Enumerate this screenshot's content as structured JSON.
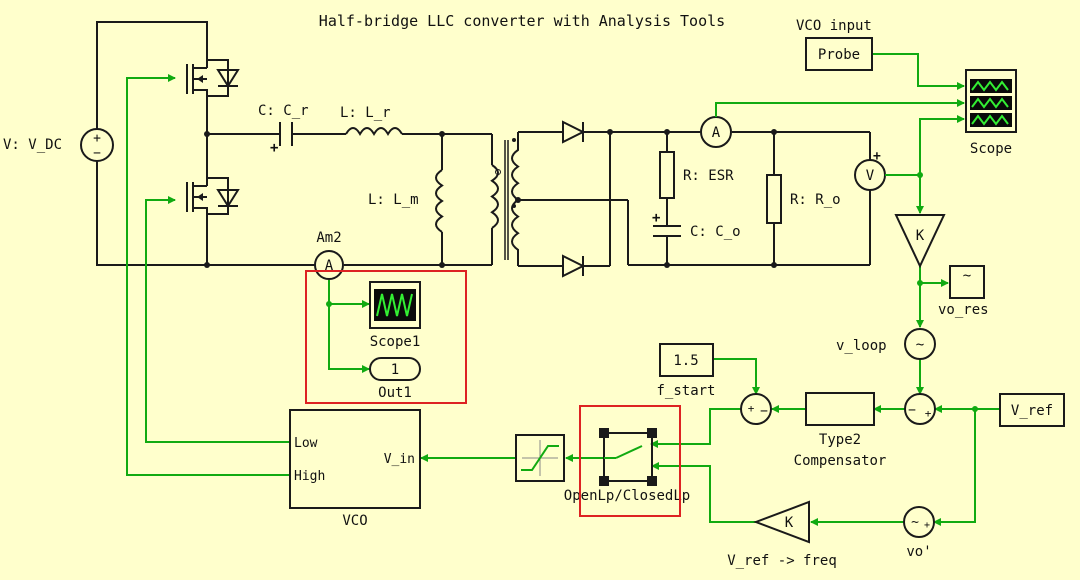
{
  "title": "Half-bridge LLC converter with Analysis Tools",
  "labels": {
    "vco_input": "VCO input",
    "probe": "Probe",
    "scope": "Scope",
    "vdc": "V: V_DC",
    "cr": "C: C_r",
    "lr": "L: L_r",
    "lm": "L: L_m",
    "esr": "R: ESR",
    "co": "C: C_o",
    "ro": "R: R_o",
    "am2": "Am2",
    "scope1": "Scope1",
    "out1_value": "1",
    "out1": "Out1",
    "f_start_value": "1.5",
    "f_start": "f_start",
    "type2_line1": "Type2",
    "type2_line2": "Compensator",
    "v_loop": "v_loop",
    "vo_res": "vo_res",
    "v_ref": "V_ref",
    "vco_low": "Low",
    "vco_high": "High",
    "vco_vin": "V_in",
    "vco": "VCO",
    "openlp": "OpenLp/ClosedLp",
    "vref_freq": "V_ref -> freq",
    "vo_prime": "vo'",
    "gain_k": "K",
    "ammeter": "A",
    "voltmeter": "V",
    "tilde": "~"
  },
  "colors": {
    "background": "#ffffcc",
    "wire": "#1a1a1a",
    "signal": "#11aa11",
    "highlight": "#dd2222",
    "scope_screen": "#0a0a0a"
  }
}
